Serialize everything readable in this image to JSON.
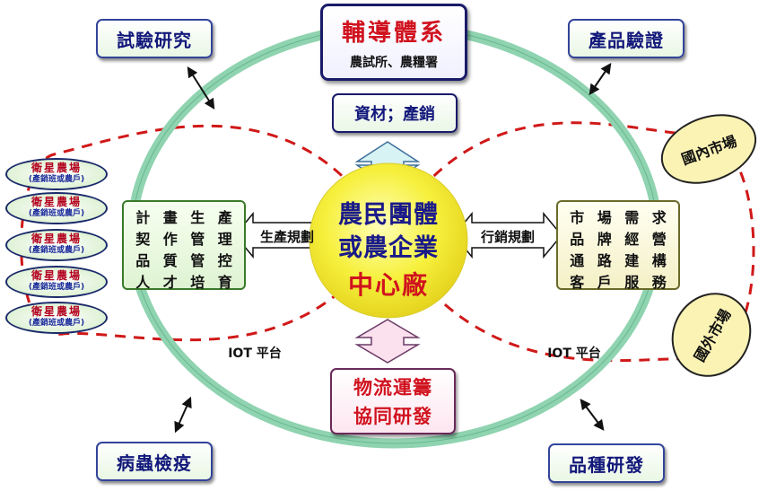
{
  "center": {
    "line1": "農民團體",
    "line2": "或農企業",
    "line3": "中心廠"
  },
  "top": {
    "title": "輔導體系",
    "subtitle": "農試所、農糧署",
    "resources": "資材；產銷"
  },
  "corners": {
    "top_left": "試驗研究",
    "top_right": "產品驗證",
    "bottom_left": "病蟲檢疫",
    "bottom_right": "品種研發"
  },
  "left_box": {
    "cells": [
      "計",
      "畫",
      "生",
      "產",
      "契",
      "作",
      "管",
      "理",
      "品",
      "質",
      "管",
      "控",
      "人",
      "才",
      "培",
      "育"
    ]
  },
  "right_box": {
    "cells": [
      "市",
      "場",
      "需",
      "求",
      "品",
      "牌",
      "經",
      "營",
      "通",
      "路",
      "建",
      "構",
      "客",
      "戶",
      "服",
      "務"
    ]
  },
  "arrows": {
    "left": "生產規劃",
    "right": "行銷規劃"
  },
  "bottom": {
    "line1": "物流運籌",
    "line2": "協同研發"
  },
  "iot": {
    "left": "IOT 平台",
    "right": "IOT 平台"
  },
  "markets": {
    "domestic": "國內市場",
    "foreign": "國外市場"
  },
  "farms": [
    {
      "name": "衛星農場",
      "sub": "(產銷班或農戶)"
    },
    {
      "name": "衛星農場",
      "sub": "(產銷班或農戶)"
    },
    {
      "name": "衛星農場",
      "sub": "(產銷班或農戶)"
    },
    {
      "name": "衛星農場",
      "sub": "(產銷班或農戶)"
    },
    {
      "name": "衛星農場",
      "sub": "(產銷班或農戶)"
    }
  ],
  "colors": {
    "ring": "#8fd3b0",
    "dash": "#d01818",
    "center": "#f4ef3a",
    "navy": "#1a1a8a",
    "red": "#d0121e"
  }
}
